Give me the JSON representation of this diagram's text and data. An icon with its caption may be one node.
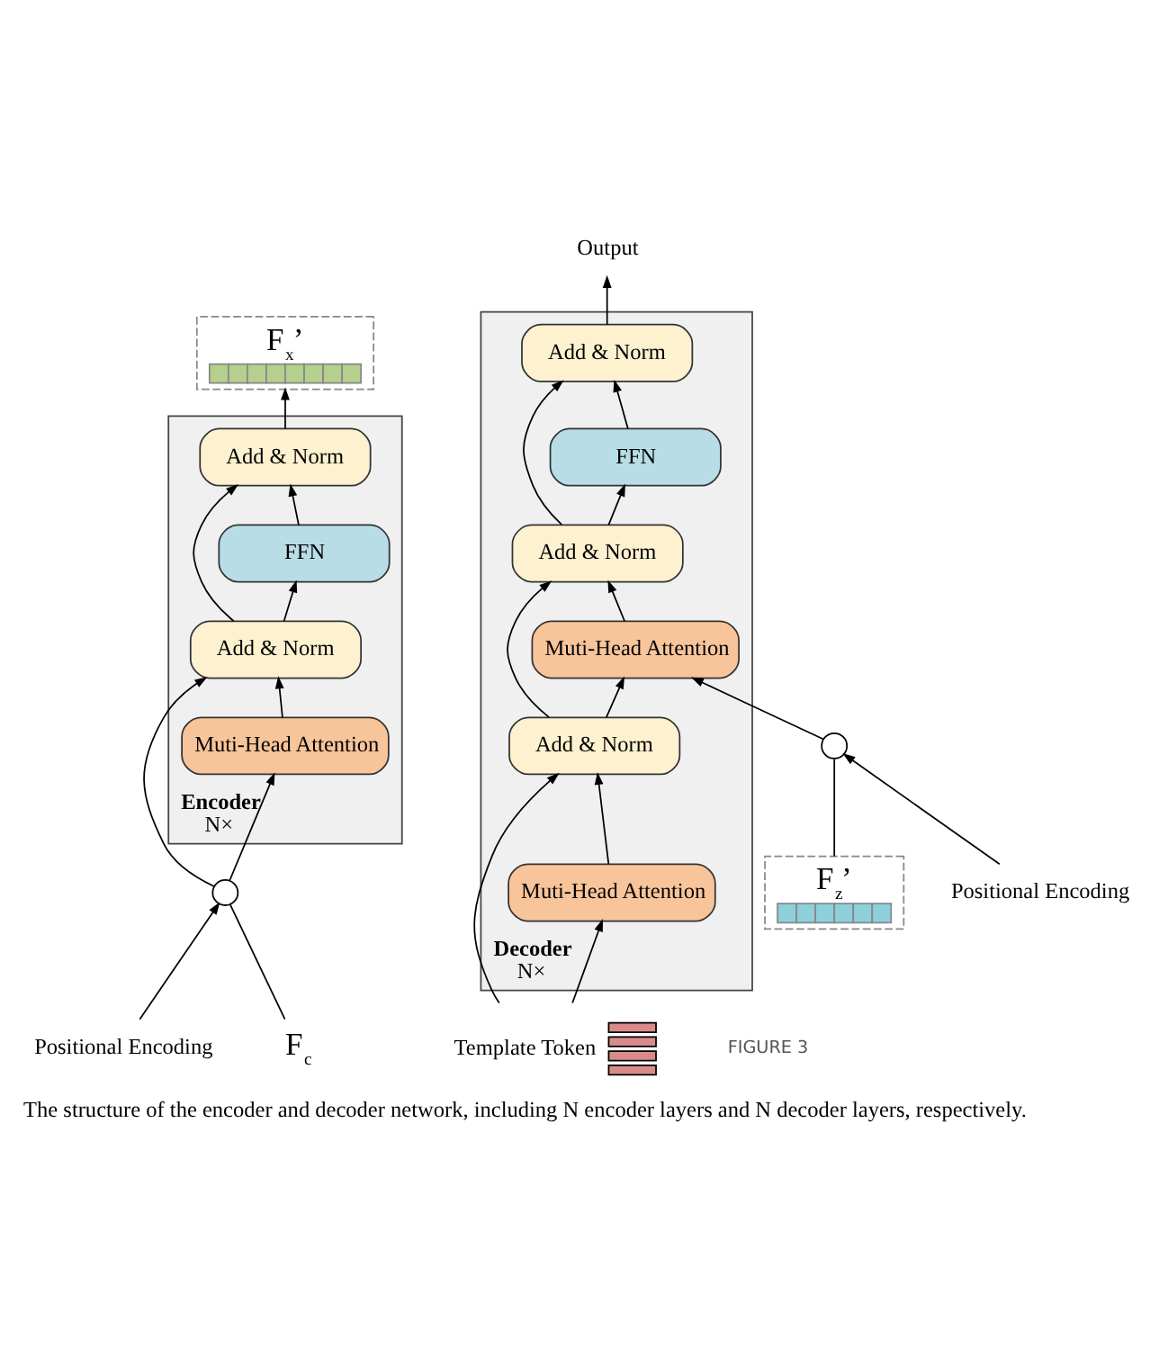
{
  "diagram": {
    "caption": "The structure of the encoder and decoder network, including N encoder layers and N decoder layers, respectively.",
    "nodes": [
      {
        "text": [
          "Encoder"
        ],
        "beside": [
          "N×"
        ]
      },
      {
        "text": [
          "Add & Norm"
        ],
        "in": 0
      },
      {
        "text": [
          "FFN"
        ],
        "in": 0
      },
      {
        "text": [
          "Add & Norm"
        ],
        "in": 0
      },
      {
        "text": [
          "Muti-Head Attention"
        ],
        "in": 0
      },
      {
        "text": [
          "Decoder"
        ],
        "beside": [
          "N×"
        ]
      },
      {
        "text": [
          "Add & Norm"
        ],
        "in": 5
      },
      {
        "text": [
          "FFN"
        ],
        "in": 5
      },
      {
        "text": [
          "Add & Norm"
        ],
        "in": 5
      },
      {
        "text": [
          "Muti-Head Attention"
        ],
        "in": 5
      },
      {
        "text": [
          "Add & Norm"
        ],
        "in": 5
      },
      {
        "text": [
          "Muti-Head Attention"
        ],
        "in": 5
      },
      {
        "text": [
          "Output"
        ]
      },
      {
        "text": [
          "F$_{x}$’"
        ]
      },
      {
        "text": [
          "F$_{z}$’"
        ]
      },
      {
        "text": [
          "Positional Encoding"
        ]
      },
      {
        "text": [],
        "shape": "circle"
      },
      {
        "text": [
          "Positional Encoding"
        ]
      },
      {
        "text": [],
        "shape": "circle"
      },
      {
        "text": [
          "F$_{c}$"
        ]
      },
      {
        "text": [
          "Template Token"
        ]
      }
    ],
    "edges": [
      {
        "from": 19,
        "to": 18,
        "arrow": "none"
      },
      {
        "from": 17,
        "to": 18,
        "arrow": "to"
      },
      {
        "from": 18,
        "to": 4,
        "arrow": "to"
      },
      {
        "from": 18,
        "to": 3,
        "arrow": "to"
      },
      {
        "from": 4,
        "to": 3,
        "arrow": "to"
      },
      {
        "from": 3,
        "to": 2,
        "arrow": "to"
      },
      {
        "from": 3,
        "to": 1,
        "arrow": "to"
      },
      {
        "from": 2,
        "to": 1,
        "arrow": "to"
      },
      {
        "from": 1,
        "to": 13,
        "arrow": "to"
      },
      {
        "from": 15,
        "to": 16,
        "arrow": "to"
      },
      {
        "from": 14,
        "to": 16,
        "arrow": "none"
      },
      {
        "from": 16,
        "to": 9,
        "arrow": "to"
      },
      {
        "from": 20,
        "to": 11,
        "arrow": "to"
      },
      {
        "from": 20,
        "to": 10,
        "arrow": "to"
      },
      {
        "from": 11,
        "to": 10,
        "arrow": "to"
      },
      {
        "from": 10,
        "to": 9,
        "arrow": "to"
      },
      {
        "from": 10,
        "to": 8,
        "arrow": "to"
      },
      {
        "from": 9,
        "to": 8,
        "arrow": "to"
      },
      {
        "from": 8,
        "to": 7,
        "arrow": "to"
      },
      {
        "from": 8,
        "to": 6,
        "arrow": "to"
      },
      {
        "from": 7,
        "to": 6,
        "arrow": "to"
      },
      {
        "from": 6,
        "to": 12,
        "arrow": "to"
      }
    ],
    "labels": [
      "FIGURE 3"
    ]
  }
}
